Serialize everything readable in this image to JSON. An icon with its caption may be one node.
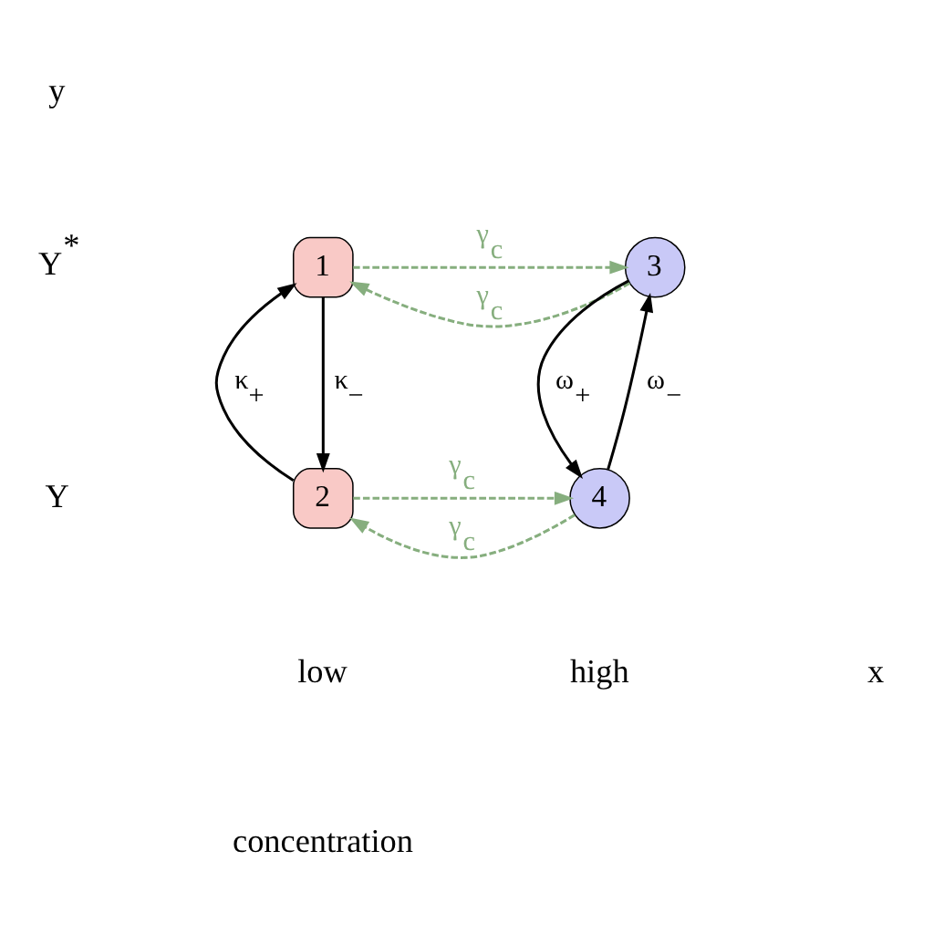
{
  "diagram": {
    "nodes": [
      {
        "text": [
          "1"
        ]
      },
      {
        "text": [
          "3"
        ]
      },
      {
        "text": [
          "2"
        ]
      },
      {
        "text": [
          "4"
        ]
      }
    ],
    "edges": [
      {
        "from": 0,
        "to": 1,
        "arrow": "to",
        "label": "γ$_{c}$",
        "style": "dashed",
        "color": "#86ae7e"
      },
      {
        "from": 1,
        "to": 0,
        "arrow": "to",
        "label": "γ$_{c}$",
        "style": "dashed",
        "color": "#86ae7e"
      },
      {
        "from": 2,
        "to": 3,
        "arrow": "to",
        "label": "γ$_{c}$",
        "style": "dashed",
        "color": "#86ae7e"
      },
      {
        "from": 3,
        "to": 2,
        "arrow": "to",
        "label": "γ$_{c}$",
        "style": "dashed",
        "color": "#86ae7e"
      },
      {
        "from": 2,
        "to": 0,
        "arrow": "to",
        "label": "κ$_{+}$",
        "color": "#000000"
      },
      {
        "from": 0,
        "to": 2,
        "arrow": "to",
        "label": "κ$_{−}$",
        "color": "#000000"
      },
      {
        "from": 3,
        "to": 1,
        "arrow": "to",
        "label": "ω$_{−}$",
        "color": "#000000"
      },
      {
        "from": 1,
        "to": 3,
        "arrow": "to",
        "label": "ω$_{+}$",
        "color": "#000000"
      }
    ],
    "labels": [
      "y",
      "Y$^{*}$",
      "Y",
      "low",
      "high",
      "x",
      "concentration"
    ]
  }
}
